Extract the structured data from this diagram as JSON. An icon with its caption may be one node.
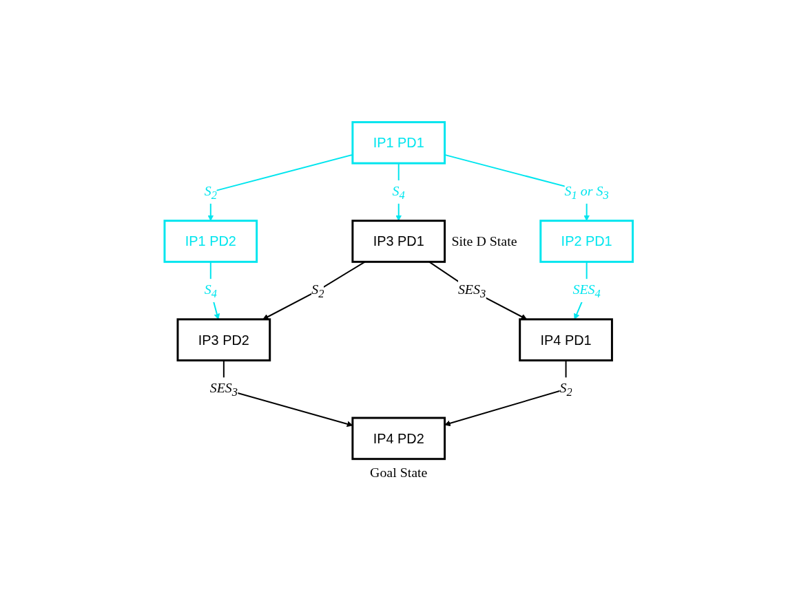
{
  "diagram": {
    "nodes": [
      {
        "text": [
          "IP1 PD1"
        ]
      },
      {
        "text": [
          "IP1 PD2"
        ]
      },
      {
        "text": [
          "IP3 PD1"
        ],
        "beside": [
          "Site D State"
        ]
      },
      {
        "text": [
          "IP2 PD1"
        ]
      },
      {
        "text": [
          "IP3 PD2"
        ]
      },
      {
        "text": [
          "IP4 PD1"
        ]
      },
      {
        "text": [
          "IP4 PD2"
        ],
        "beside": [
          "Goal State"
        ]
      }
    ],
    "edges": [
      {
        "from": 0,
        "to": 1,
        "arrow": "to",
        "label": "S$_{2}$"
      },
      {
        "from": 0,
        "to": 2,
        "arrow": "to",
        "label": "S$_{4}$"
      },
      {
        "from": 0,
        "to": 3,
        "arrow": "to",
        "label": "S$_{1}$ or S$_{3}$"
      },
      {
        "from": 1,
        "to": 4,
        "arrow": "to",
        "label": "S$_{4}$"
      },
      {
        "from": 2,
        "to": 4,
        "arrow": "to",
        "label": "S$_{2}$",
        "color": "#000000"
      },
      {
        "from": 2,
        "to": 5,
        "arrow": "to",
        "label": "SES$_{3}$",
        "color": "#000000"
      },
      {
        "from": 3,
        "to": 5,
        "arrow": "to",
        "label": "SES$_{4}$"
      },
      {
        "from": 4,
        "to": 6,
        "arrow": "to",
        "label": "SES$_{3}$",
        "color": "#000000"
      },
      {
        "from": 5,
        "to": 6,
        "arrow": "to",
        "label": "S$_{2}$",
        "color": "#000000"
      }
    ]
  }
}
